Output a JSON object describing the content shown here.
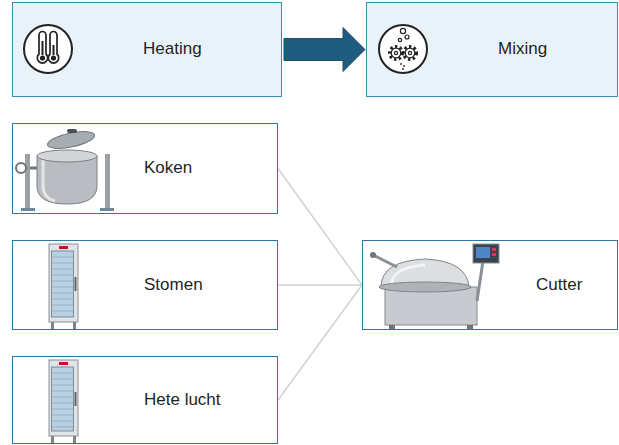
{
  "diagram": {
    "nodes": [
      {
        "text": [
          "Heating"
        ]
      },
      {
        "text": [
          "Mixing"
        ]
      },
      {
        "text": [
          "Koken"
        ]
      },
      {
        "text": [
          "Stomen"
        ]
      },
      {
        "text": [
          "Hete lucht"
        ]
      },
      {
        "text": [
          "Cutter"
        ]
      }
    ],
    "edges": [
      {
        "from": 0,
        "to": 1,
        "arrow": "to"
      },
      {
        "from": 2,
        "to": 5,
        "arrow": "none"
      },
      {
        "from": 3,
        "to": 5,
        "arrow": "none"
      },
      {
        "from": 4,
        "to": 5,
        "arrow": "none"
      }
    ]
  }
}
